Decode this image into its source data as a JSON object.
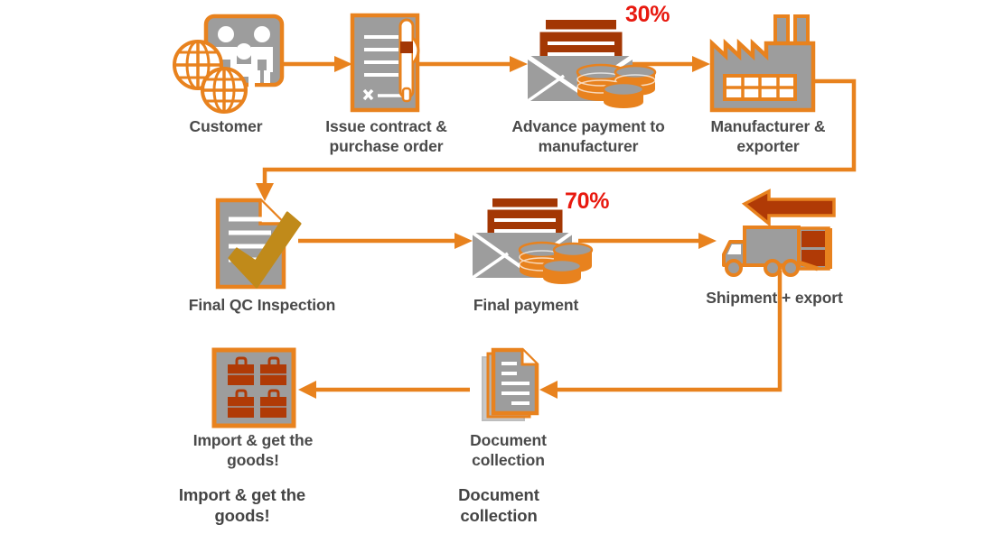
{
  "diagram": {
    "title": "International trade payment and shipment process flow",
    "background_color": "#ffffff",
    "accent_color": "#e8821e",
    "accent_dark_color": "#b03a06",
    "gray_fill_color": "#9d9d9d",
    "label_color": "#4a4a4a",
    "percent_color": "#e8190f",
    "check_color": "#c08a1a"
  },
  "nodes": [
    {
      "id": "customer",
      "label": "Customer",
      "icon": "people-globe-icon",
      "row": 1
    },
    {
      "id": "issue-contract",
      "label": "Issue contract &\npurchase order",
      "icon": "contract-pen-icon",
      "row": 1
    },
    {
      "id": "advance-payment",
      "label": "Advance payment to\nmanufacturer",
      "icon": "envelope-money-icon",
      "row": 1,
      "badge": "30%"
    },
    {
      "id": "manufacturer",
      "label": "Manufacturer &\nexporter",
      "icon": "factory-icon",
      "row": 1
    },
    {
      "id": "final-qc",
      "label": "Final QC Inspection",
      "icon": "document-check-icon",
      "row": 2
    },
    {
      "id": "final-payment",
      "label": "Final payment",
      "icon": "envelope-money-icon",
      "row": 2,
      "badge": "70%"
    },
    {
      "id": "shipment-export",
      "label": "Shipment + export",
      "icon": "truck-forklift-icon",
      "row": 2
    },
    {
      "id": "import-goods",
      "label": "Import & get the\ngoods!",
      "icon": "suitcases-grid-icon",
      "row": 3
    },
    {
      "id": "document-collection",
      "label": "Document\ncollection",
      "icon": "document-stack-icon",
      "row": 3
    }
  ],
  "duplicate_labels": [
    {
      "id": "import-goods-dup",
      "label": "Import & get the\ngoods!"
    },
    {
      "id": "document-collection-dup",
      "label": "Document\ncollection"
    }
  ],
  "badges": [
    {
      "id": "advance-percent",
      "value": "30%"
    },
    {
      "id": "final-percent",
      "value": "70%"
    }
  ],
  "connectors": [
    {
      "id": "customer-to-contract",
      "direction": "right"
    },
    {
      "id": "contract-to-advance",
      "direction": "right"
    },
    {
      "id": "advance-to-manufacturer",
      "direction": "right"
    },
    {
      "id": "manufacturer-to-qc",
      "direction": "down-left-down"
    },
    {
      "id": "qc-to-final-payment",
      "direction": "right"
    },
    {
      "id": "final-payment-to-shipment",
      "direction": "right"
    },
    {
      "id": "shipment-to-documents",
      "direction": "down-left"
    },
    {
      "id": "documents-to-import",
      "direction": "left"
    }
  ]
}
